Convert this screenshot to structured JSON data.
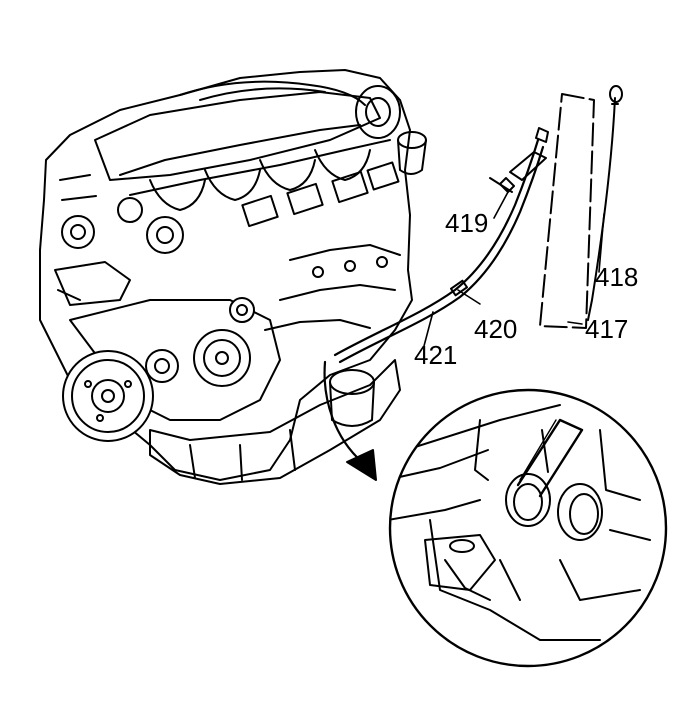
{
  "callouts": {
    "c417": "417",
    "c418": "418",
    "c419": "419",
    "c420": "420",
    "c421": "421"
  }
}
